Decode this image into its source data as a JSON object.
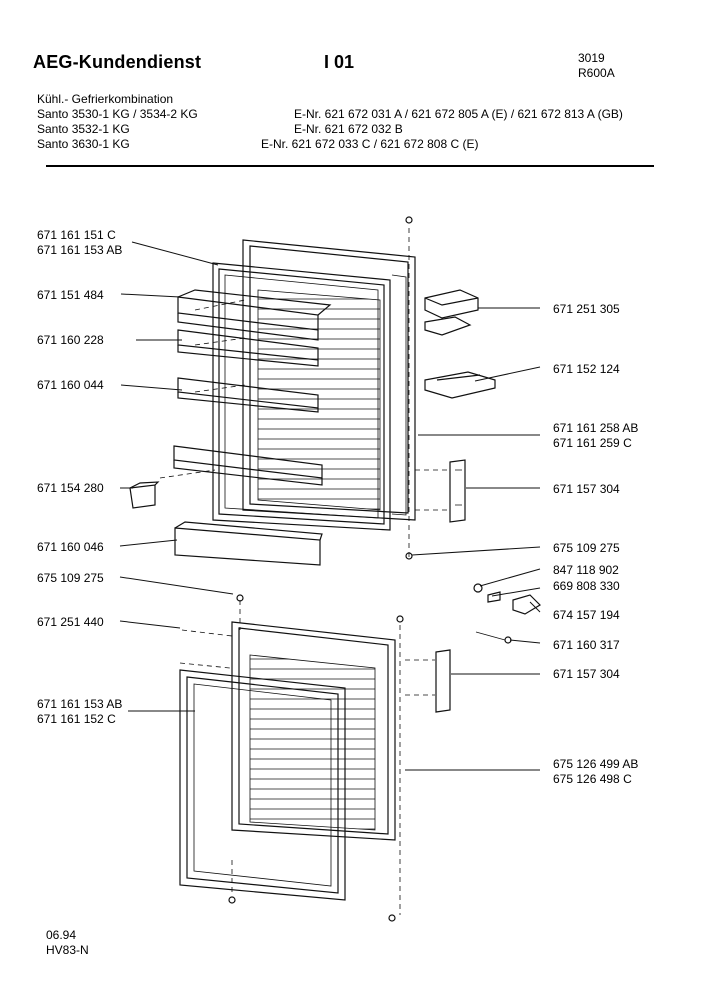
{
  "header": {
    "brand": "AEG-Kundendienst",
    "page_id": "I 01",
    "code_1": "3019",
    "code_2": "R600A"
  },
  "models": {
    "category": "Kühl.- Gefrierkombination",
    "rows": [
      {
        "model": "Santo 3530-1 KG / 3534-2 KG",
        "enr": "E-Nr. 621 672 031 A  /  621 672 805 A  (E) / 621 672 813 A (GB)"
      },
      {
        "model": "Santo 3532-1 KG",
        "enr": "E-Nr. 621 672 032 B"
      },
      {
        "model": "Santo 3630-1 KG",
        "enr": "E-Nr. 621 672 033 C  /  621 672 808 C (E)"
      }
    ]
  },
  "parts_left": [
    "671 161 151 C",
    "671 161 153 AB",
    "671 151 484",
    "671 160 228",
    "671 160 044",
    "671 154 280",
    "671 160 046",
    "675 109 275",
    "671 251 440",
    "671 161 153 AB",
    "671 161 152 C"
  ],
  "parts_right": [
    "671 251 305",
    "671 152 124",
    "671 161 258 AB",
    "671 161 259 C",
    "671 157 304",
    "675 109 275",
    "847 118 902",
    "669 808 330",
    "674 157 194",
    "671 160 317",
    "671 157 304",
    "675 126 499 AB",
    "675 126 498 C"
  ],
  "footer": {
    "date": "06.94",
    "code": "HV83-N"
  }
}
